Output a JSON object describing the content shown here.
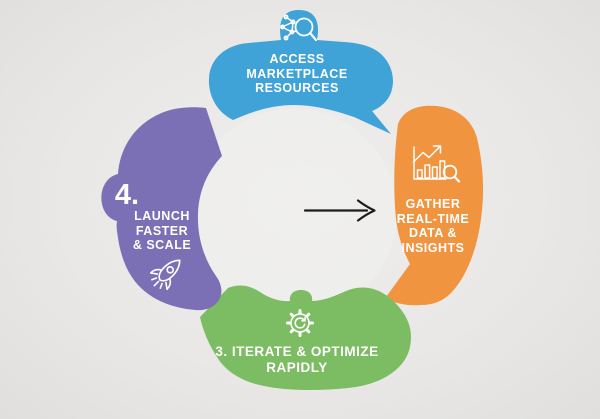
{
  "diagram": {
    "type": "cycle",
    "direction": "clockwise",
    "background_color": "#e9e8e6",
    "center_arrow": {
      "icon": "right-arrow-icon",
      "color": "#1c1c1c"
    },
    "segments": [
      {
        "position": "top",
        "color": "#3fa3d7",
        "icon": "network-search-icon",
        "lines": [
          "ACCESS",
          "MARKETPLACE",
          "RESOURCES"
        ]
      },
      {
        "position": "right",
        "color": "#f09440",
        "icon": "chart-growth-search-icon",
        "lines": [
          "GATHER",
          "REAL-TIME",
          "DATA &",
          "INSIGHTS"
        ]
      },
      {
        "position": "bottom",
        "color": "#7cbc62",
        "icon": "gear-refresh-icon",
        "lines": [
          "3. ITERATE & OPTIMIZE",
          "RAPIDLY"
        ]
      },
      {
        "position": "left",
        "color": "#7b70b6",
        "icon": "rocket-icon",
        "badge": "4.",
        "lines": [
          "LAUNCH",
          "FASTER",
          "& SCALE"
        ]
      }
    ],
    "text_color": "#ffffff"
  }
}
